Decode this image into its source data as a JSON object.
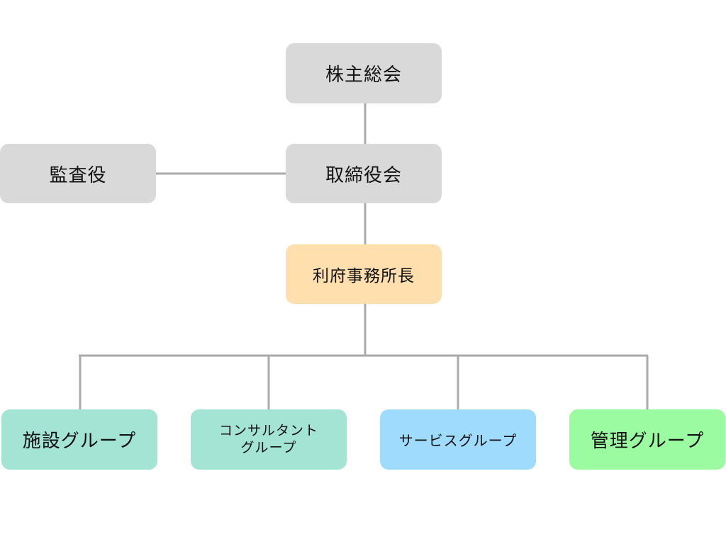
{
  "colors": {
    "gray": "#d9d9d9",
    "orange": "#ffdfad",
    "teal": "#a3e4d4",
    "blue": "#9fdbfc",
    "green": "#9bfba0",
    "line": "#aaaaaa"
  },
  "nodes": {
    "shareholders": "株主総会",
    "board": "取締役会",
    "auditor": "監査役",
    "office_manager": "利府事務所長",
    "facilities": "施設グループ",
    "consultant": "コンサルタント\nグループ",
    "service": "サービスグループ",
    "management": "管理グループ"
  }
}
